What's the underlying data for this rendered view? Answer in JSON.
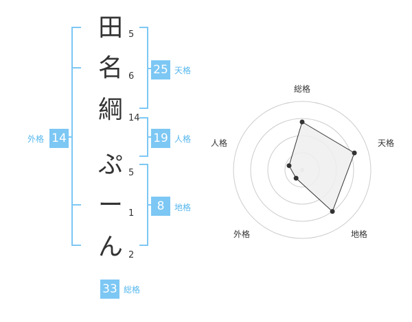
{
  "characters": [
    {
      "char": "田",
      "strokes": "5"
    },
    {
      "char": "名",
      "strokes": "6"
    },
    {
      "char": "綱",
      "strokes": "14"
    },
    {
      "char": "ぷ",
      "strokes": "5"
    },
    {
      "char": "ー",
      "strokes": "1"
    },
    {
      "char": "ん",
      "strokes": "2"
    }
  ],
  "kakusu": {
    "tenkaku": {
      "label": "天格",
      "value": "25"
    },
    "jinkaku": {
      "label": "人格",
      "value": "19"
    },
    "chikaku": {
      "label": "地格",
      "value": "8"
    },
    "gaikaku": {
      "label": "外格",
      "value": "14"
    },
    "soukaku": {
      "label": "総格",
      "value": "33"
    }
  },
  "colors": {
    "accent": "#7cc7f4",
    "accent_text": "#56b7ee",
    "text": "#333333",
    "grid": "#cccccc",
    "fill": "#eeeeee"
  },
  "chart_data": {
    "type": "radar",
    "axes": [
      "総格",
      "天格",
      "地格",
      "外格",
      "人格"
    ],
    "values": [
      0.7,
      0.8,
      0.75,
      0.15,
      0.2
    ],
    "rings": 4
  }
}
